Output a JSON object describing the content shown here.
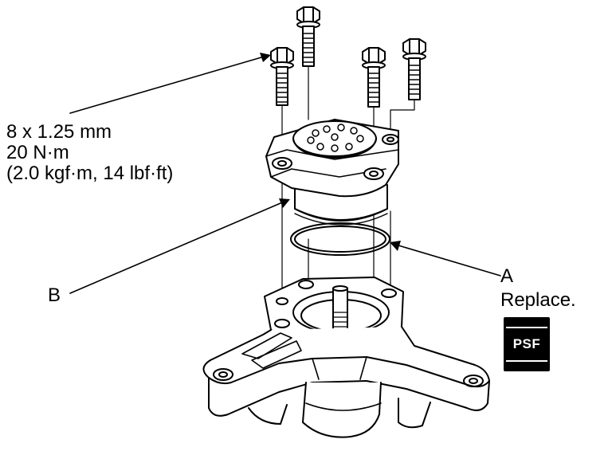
{
  "spec": {
    "bolt_size": "8 x 1.25 mm",
    "torque_nm": "20 N·m",
    "torque_alt": "(2.0 kgf·m, 14 lbf·ft)"
  },
  "callouts": {
    "b": "B",
    "a": "A",
    "a_note": "Replace."
  },
  "badge": {
    "text": "PSF"
  }
}
